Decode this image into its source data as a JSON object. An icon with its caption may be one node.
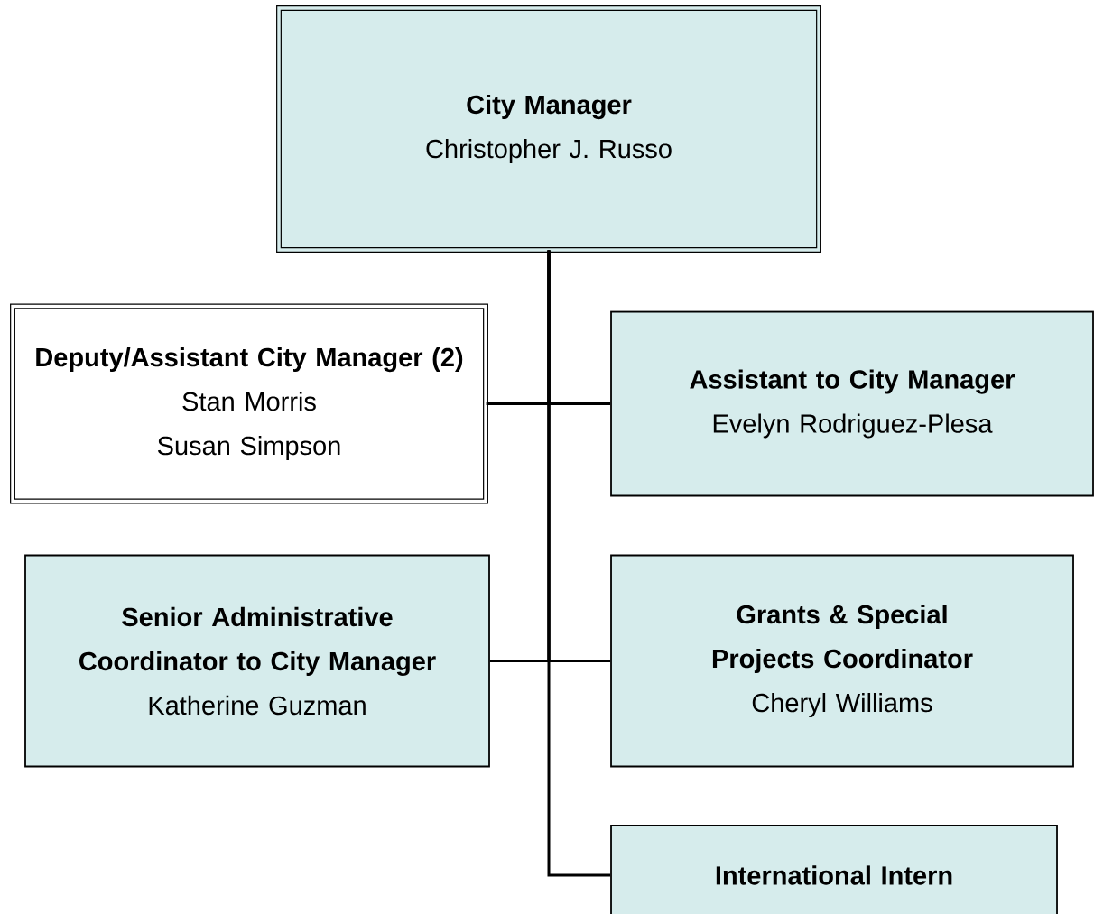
{
  "diagram": {
    "nodes": [
      {
        "text": [
          "City Manager",
          "Christopher J. Russo"
        ]
      },
      {
        "text": [
          "Deputy/Assistant City Manager (2)",
          "Stan Morris",
          "Susan Simpson"
        ]
      },
      {
        "text": [
          "Assistant to City Manager",
          "Evelyn Rodriguez-Plesa"
        ]
      },
      {
        "text": [
          "Senior Administrative Coordinator to City Manager",
          "Katherine Guzman"
        ]
      },
      {
        "text": [
          "Grants & Special Projects Coordinator",
          "Cheryl Williams"
        ]
      },
      {
        "text": [
          "International Intern"
        ]
      }
    ],
    "edges": [
      {
        "from": 0,
        "to": 1,
        "arrow": "none"
      },
      {
        "from": 0,
        "to": 2,
        "arrow": "none"
      },
      {
        "from": 0,
        "to": 3,
        "arrow": "none"
      },
      {
        "from": 0,
        "to": 4,
        "arrow": "none"
      },
      {
        "from": 0,
        "to": 5,
        "arrow": "none"
      }
    ]
  }
}
